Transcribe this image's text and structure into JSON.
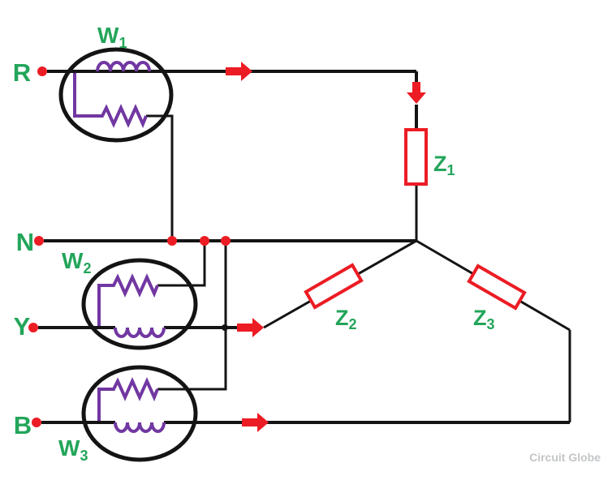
{
  "colors": {
    "background": "#ffffff",
    "wire": "#141414",
    "accent_red": "#ec1c24",
    "label_green": "#23a55a",
    "coil_purple": "#7137a2",
    "watermark_gray": "#c3c5c7"
  },
  "terminals": [
    {
      "name": "R"
    },
    {
      "name": "N"
    },
    {
      "name": "Y"
    },
    {
      "name": "B"
    }
  ],
  "wattmeters": [
    {
      "base": "W",
      "sub": "1"
    },
    {
      "base": "W",
      "sub": "2"
    },
    {
      "base": "W",
      "sub": "3"
    }
  ],
  "impedances": [
    {
      "base": "Z",
      "sub": "1"
    },
    {
      "base": "Z",
      "sub": "2"
    },
    {
      "base": "Z",
      "sub": "3"
    }
  ],
  "watermark": "Circuit Globe"
}
